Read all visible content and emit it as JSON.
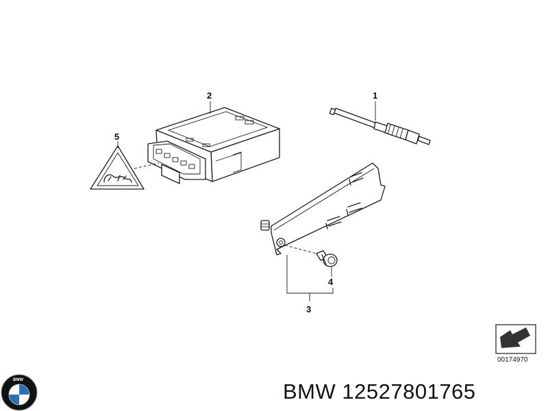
{
  "parts": [
    {
      "id": "part-1",
      "callout": "1",
      "kind": "glow-plug"
    },
    {
      "id": "part-2",
      "callout": "2",
      "kind": "control-unit"
    },
    {
      "id": "part-3",
      "callout": "3",
      "kind": "bracket-assembly"
    },
    {
      "id": "part-4",
      "callout": "4",
      "kind": "screw"
    },
    {
      "id": "part-5",
      "callout": "5",
      "kind": "warning-label"
    }
  ],
  "reference_code": "00174970",
  "caption": {
    "brand": "BMW",
    "part_number": "12527801765"
  },
  "logo": {
    "text": "BMW",
    "colors": {
      "ring": "#111111",
      "blue": "#2f6db5",
      "white": "#ffffff"
    }
  }
}
